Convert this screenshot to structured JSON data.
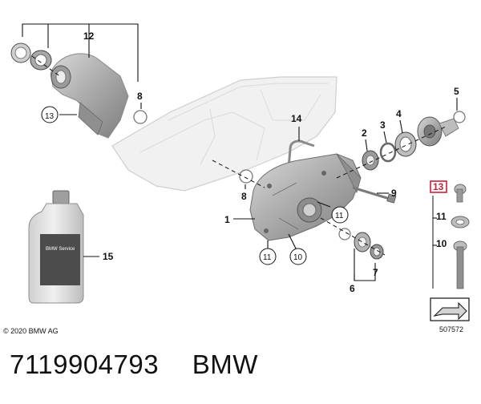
{
  "labels": {
    "l1": "1",
    "l2": "2",
    "l3": "3",
    "l4": "4",
    "l5": "5",
    "l6": "6",
    "l7": "7",
    "l8a": "8",
    "l8b": "8",
    "l9": "9",
    "l10": "10",
    "l11a": "11",
    "l11b": "11",
    "l12": "12",
    "l13": "13",
    "l14": "14",
    "l15": "15",
    "side10": "10",
    "side11": "11",
    "side13": "13"
  },
  "copyright": "© 2020 BMW AG",
  "diagram_id": "507572",
  "bottle_label": "BMW Service",
  "caption": {
    "part_number": "7119904793",
    "brand": "BMW"
  },
  "colors": {
    "highlight": "#cc2233",
    "part_grey": "#b9b9b9",
    "ghost_grey": "#ececec",
    "line": "#111111"
  }
}
